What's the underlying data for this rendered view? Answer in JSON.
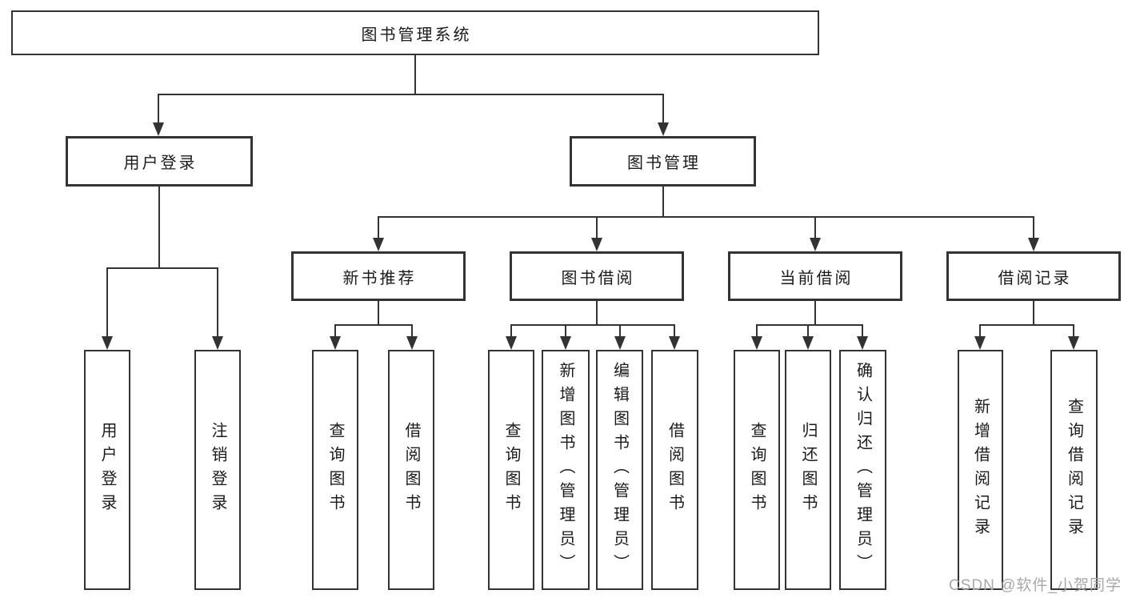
{
  "diagram": {
    "root": {
      "label": "图书管理系统"
    },
    "level2": [
      {
        "label": "用户登录"
      },
      {
        "label": "图书管理"
      }
    ],
    "level3": [
      {
        "label": "新书推荐"
      },
      {
        "label": "图书借阅"
      },
      {
        "label": "当前借阅"
      },
      {
        "label": "借阅记录"
      }
    ],
    "leaves": {
      "user_login": [
        {
          "label": "用户登录"
        },
        {
          "label": "注销登录"
        }
      ],
      "new_books": [
        {
          "label": "查询图书"
        },
        {
          "label": "借阅图书"
        }
      ],
      "book_borrow": [
        {
          "label": "查询图书"
        },
        {
          "label": "新增图书（管理员）"
        },
        {
          "label": "编辑图书（管理员）"
        },
        {
          "label": "借阅图书"
        }
      ],
      "current_borrow": [
        {
          "label": "查询图书"
        },
        {
          "label": "归还图书"
        },
        {
          "label": "确认归还（管理员）"
        }
      ],
      "borrow_records": [
        {
          "label": "新增借阅记录"
        },
        {
          "label": "查询借阅记录"
        }
      ]
    }
  },
  "watermark": {
    "text": "CSDN @软件_小贺同学"
  },
  "colors": {
    "line": "#333333",
    "text": "#1b1b1b",
    "background": "#ffffff",
    "watermark": "#a8a8a8"
  }
}
